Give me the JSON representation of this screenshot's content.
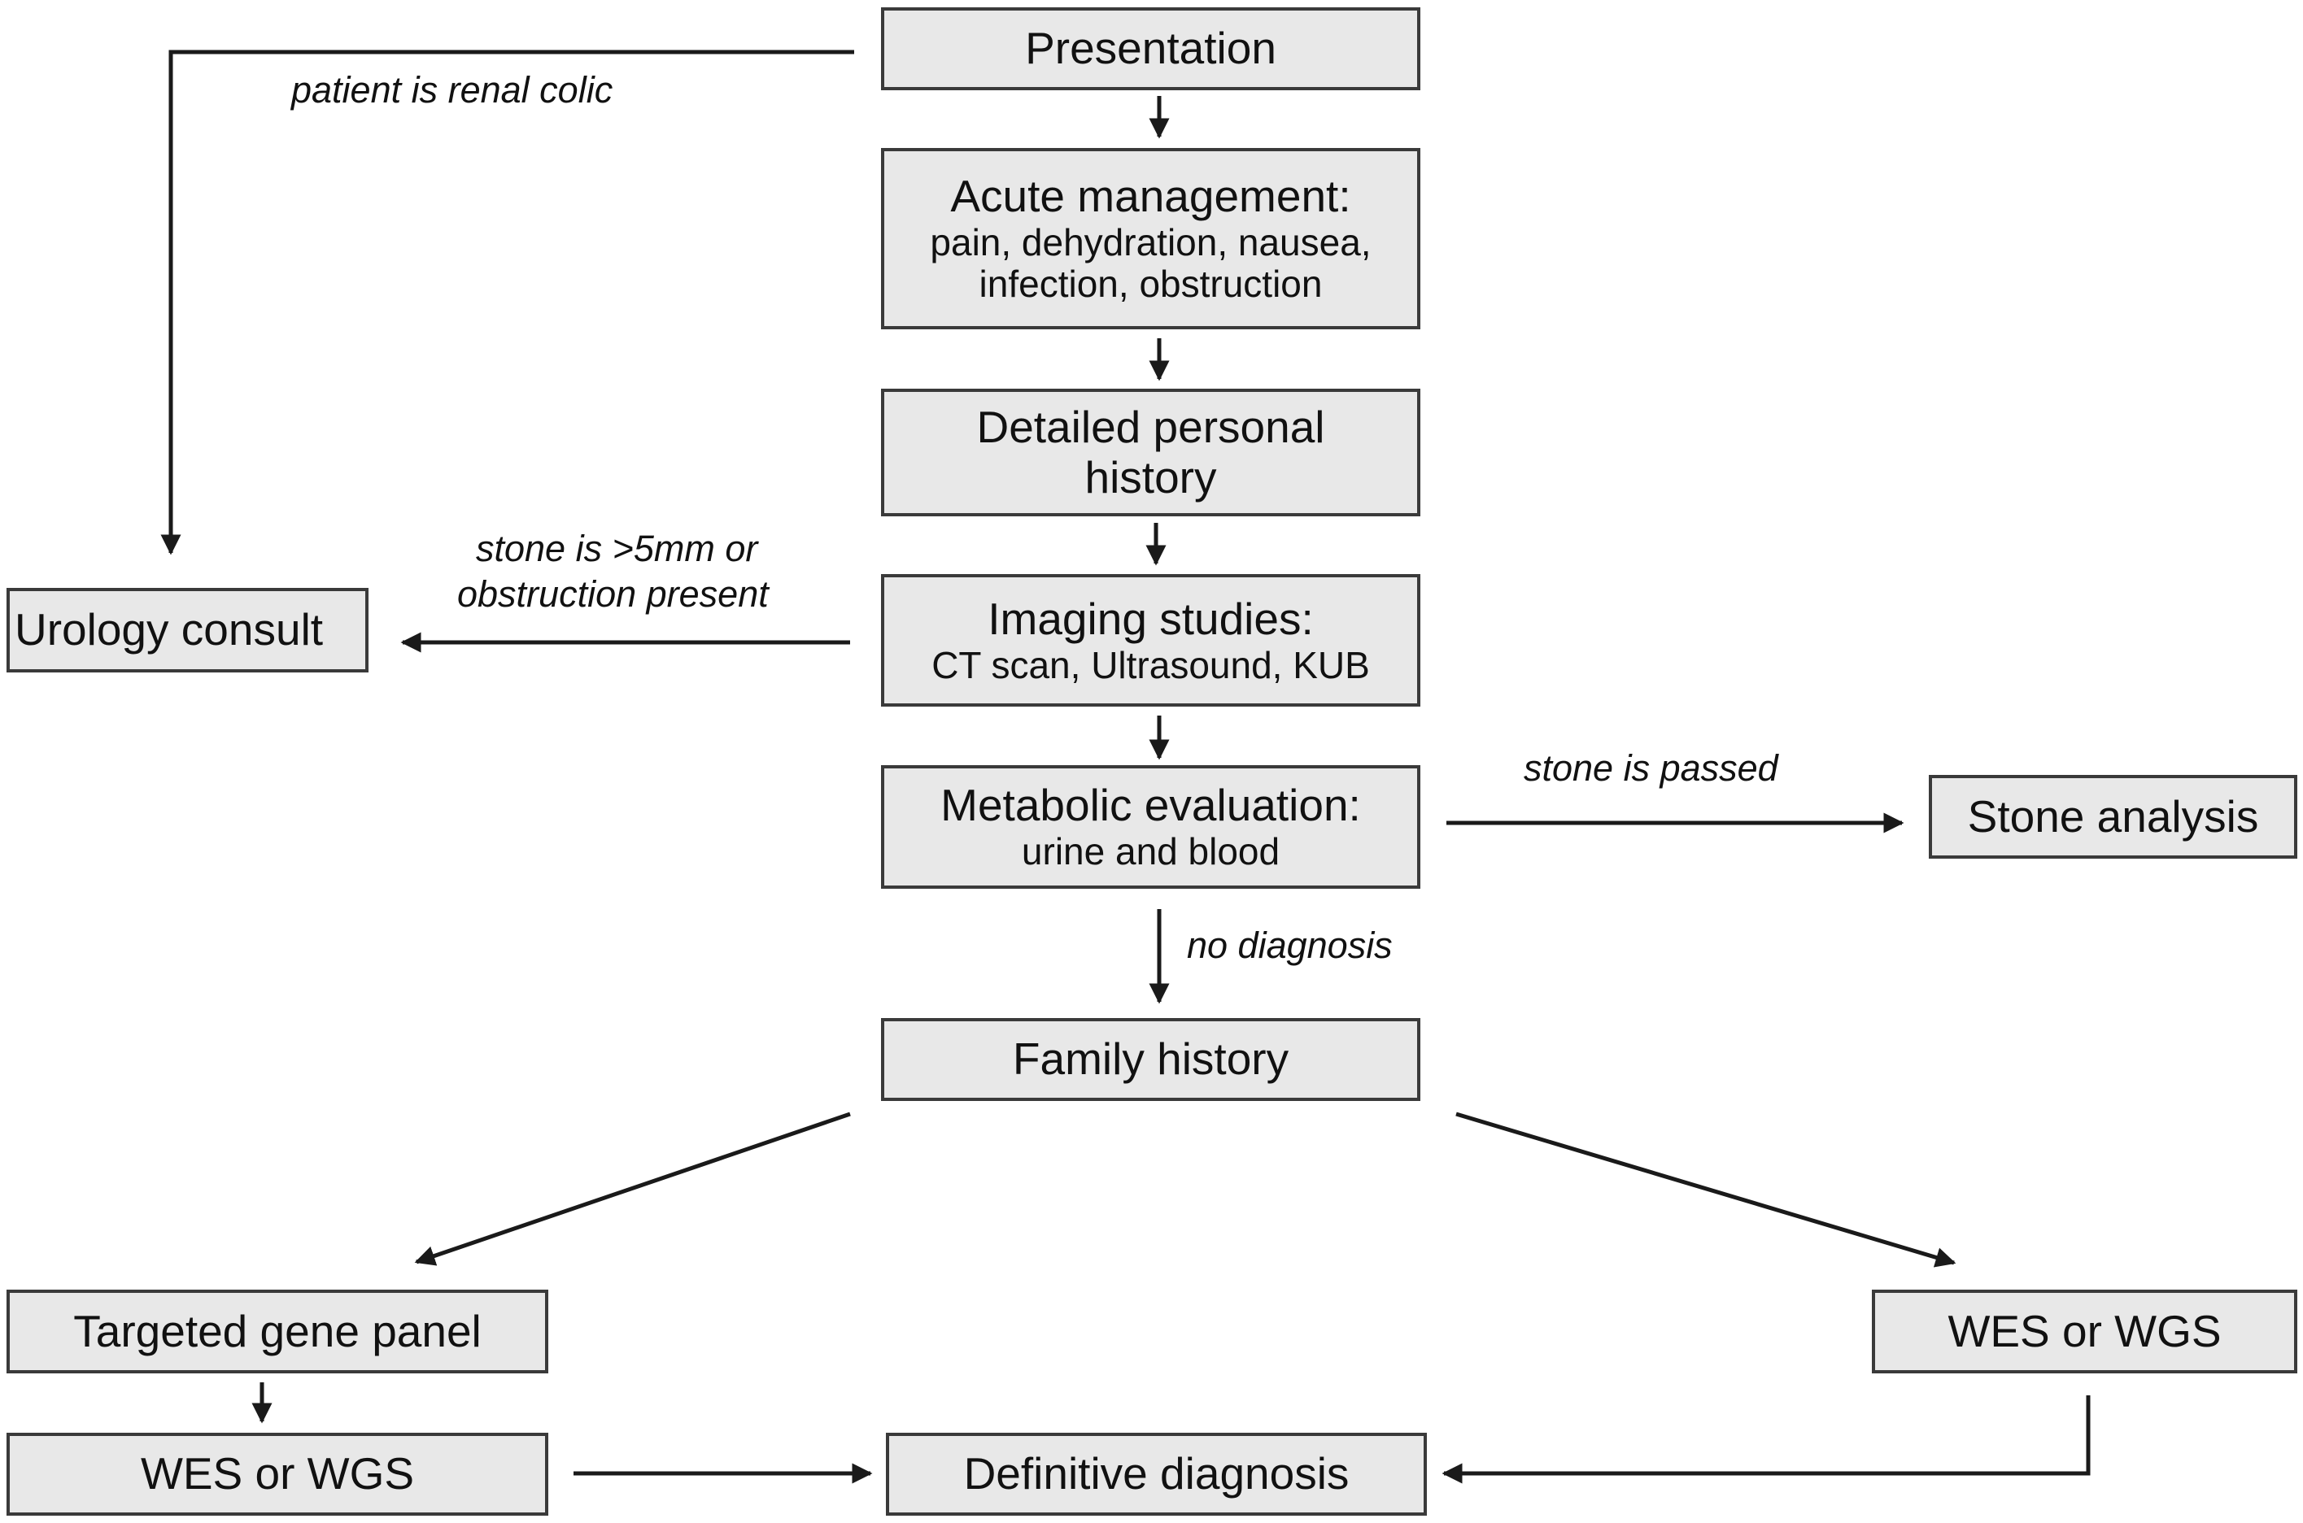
{
  "nodes": {
    "presentation": {
      "title": "Presentation"
    },
    "acute": {
      "title": "Acute management:",
      "detail_1": "pain, dehydration, nausea,",
      "detail_2": "infection, obstruction"
    },
    "history": {
      "line_1": "Detailed personal",
      "line_2": "history"
    },
    "imaging": {
      "title": "Imaging studies:",
      "detail": "CT scan, Ultrasound, KUB"
    },
    "metabolic": {
      "title": "Metabolic evaluation:",
      "detail": "urine and blood"
    },
    "family": {
      "title": "Family history"
    },
    "urology": {
      "title": "Urology consult"
    },
    "stone_analysis": {
      "title": "Stone analysis"
    },
    "gene_panel": {
      "title": "Targeted gene panel"
    },
    "wes_left": {
      "title": "WES or WGS"
    },
    "wes_right": {
      "title": "WES or WGS"
    },
    "definitive": {
      "title": "Definitive diagnosis"
    }
  },
  "edge_labels": {
    "renal_colic": "patient is renal colic",
    "stone_size_1": "stone is >5mm or",
    "stone_size_2": "obstruction present",
    "stone_passed": "stone is passed",
    "no_diagnosis": "no diagnosis"
  },
  "colors": {
    "box_fill": "#e8e8e8",
    "box_border": "#3a3a3a",
    "arrow": "#1a1a1a",
    "text": "#111111"
  }
}
